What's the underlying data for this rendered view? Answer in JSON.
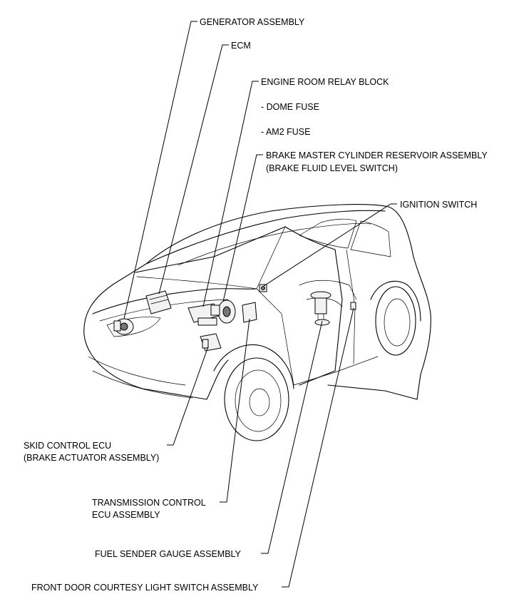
{
  "labels": {
    "generator": "GENERATOR ASSEMBLY",
    "ecm": "ECM",
    "relay_block": "ENGINE ROOM RELAY BLOCK",
    "dome_fuse": "- DOME FUSE",
    "am2_fuse": "- AM2 FUSE",
    "brake_reservoir_line1": "BRAKE MASTER CYLINDER RESERVOIR ASSEMBLY",
    "brake_reservoir_line2": "(BRAKE FLUID LEVEL SWITCH)",
    "ignition_switch": "IGNITION SWITCH",
    "skid_control_line1": "SKID CONTROL ECU",
    "skid_control_line2": "(BRAKE ACTUATOR ASSEMBLY)",
    "transmission_line1": "TRANSMISSION CONTROL",
    "transmission_line2": "ECU ASSEMBLY",
    "fuel_sender": "FUEL SENDER GAUGE ASSEMBLY",
    "door_courtesy": "FRONT DOOR COURTESY LIGHT SWITCH ASSEMBLY"
  }
}
